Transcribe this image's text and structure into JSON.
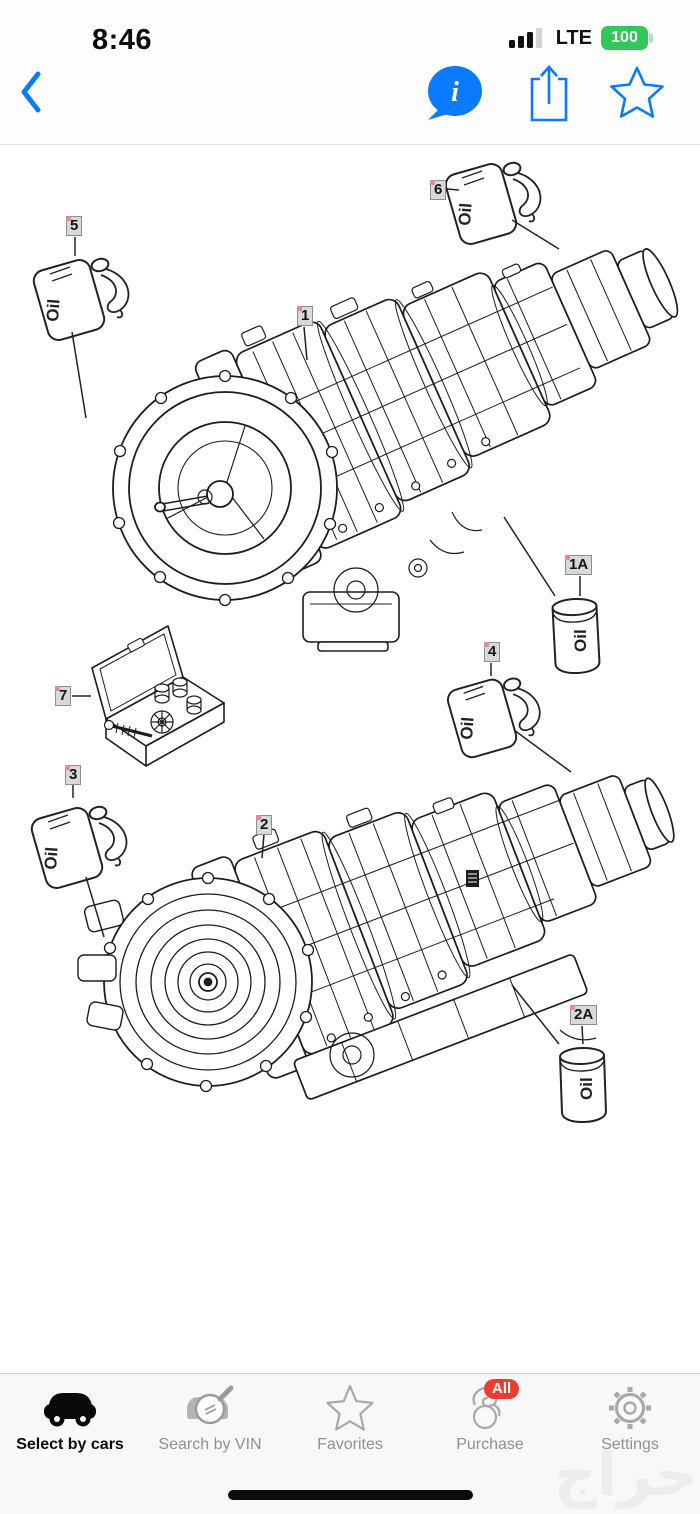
{
  "status_bar": {
    "time": "8:46",
    "network": "LTE",
    "battery_percent": "100"
  },
  "nav_bar": {
    "icons": [
      "back-chevron",
      "info-bubble",
      "share",
      "favorite-star"
    ]
  },
  "diagram": {
    "oil_text": "Oil",
    "labels": [
      {
        "text": "1"
      },
      {
        "text": "1A"
      },
      {
        "text": "2"
      },
      {
        "text": "2A"
      },
      {
        "text": "3"
      },
      {
        "text": "4"
      },
      {
        "text": "5"
      },
      {
        "text": "6"
      },
      {
        "text": "7"
      }
    ]
  },
  "tab_bar": {
    "items": [
      {
        "label": "Select by cars",
        "active": true
      },
      {
        "label": "Search by VIN"
      },
      {
        "label": "Favorites"
      },
      {
        "label": "Purchase",
        "badge": "All"
      },
      {
        "label": "Settings"
      }
    ]
  },
  "watermark": {
    "text": "حراج"
  },
  "colors": {
    "accent_blue": "#0a7aff",
    "battery_green": "#31c85a",
    "badge_red": "#ec3b2f"
  }
}
